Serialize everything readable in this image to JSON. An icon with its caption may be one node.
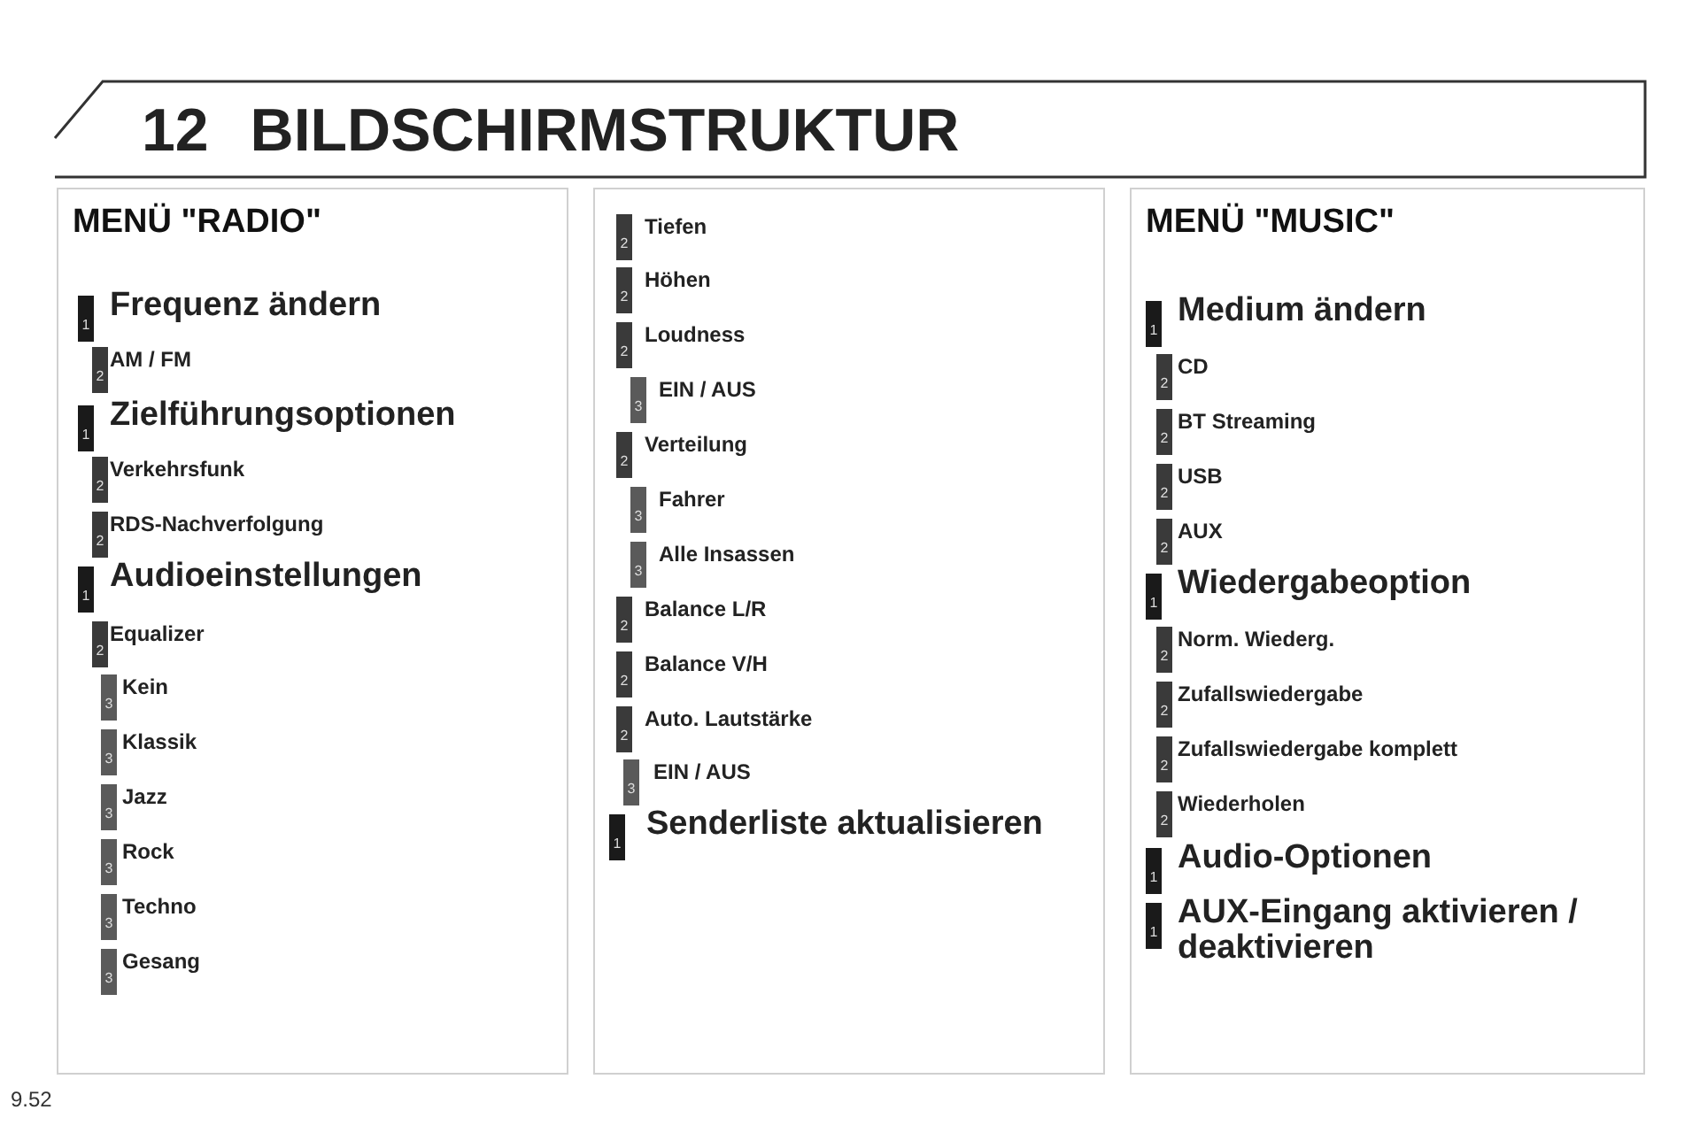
{
  "diagram": {
    "title": "12 BILDSCHIRMSTRUKTUR",
    "nodes": [
      {
        "text": [
          "MENÜ \"RADIO\""
        ]
      },
      {
        "text": [
          "1",
          "Frequenz ändern"
        ],
        "in": 0
      },
      {
        "text": [
          "2",
          "AM / FM"
        ],
        "in": 0
      },
      {
        "text": [
          "1",
          "Zielführungsoptionen"
        ],
        "in": 0
      },
      {
        "text": [
          "2",
          "Verkehrsfunk"
        ],
        "in": 0
      },
      {
        "text": [
          "2",
          "RDS-Nachverfolgung"
        ],
        "in": 0
      },
      {
        "text": [
          "1",
          "Audioeinstellungen"
        ],
        "in": 0
      },
      {
        "text": [
          "2",
          "Equalizer"
        ],
        "in": 0
      },
      {
        "text": [
          "3",
          "Kein"
        ],
        "in": 0
      },
      {
        "text": [
          "3",
          "Klassik"
        ],
        "in": 0
      },
      {
        "text": [
          "3",
          "Jazz"
        ],
        "in": 0
      },
      {
        "text": [
          "3",
          "Rock"
        ],
        "in": 0
      },
      {
        "text": [
          "3",
          "Techno"
        ],
        "in": 0
      },
      {
        "text": [
          "3",
          "Gesang"
        ],
        "in": 0
      },
      {
        "text": [],
        "shape": "box"
      },
      {
        "text": [
          "2",
          "Tiefen"
        ],
        "in": 14
      },
      {
        "text": [
          "2",
          "Höhen"
        ],
        "in": 14
      },
      {
        "text": [
          "2",
          "Loudness"
        ],
        "in": 14
      },
      {
        "text": [
          "3",
          "EIN / AUS"
        ],
        "in": 14
      },
      {
        "text": [
          "2",
          "Verteilung"
        ],
        "in": 14
      },
      {
        "text": [
          "3",
          "Fahrer"
        ],
        "in": 14
      },
      {
        "text": [
          "3",
          "Alle Insassen"
        ],
        "in": 14
      },
      {
        "text": [
          "2",
          "Balance L/R"
        ],
        "in": 14
      },
      {
        "text": [
          "2",
          "Balance V/H"
        ],
        "in": 14
      },
      {
        "text": [
          "2",
          "Auto. Lautstärke"
        ],
        "in": 14
      },
      {
        "text": [
          "3",
          "EIN / AUS"
        ],
        "in": 14
      },
      {
        "text": [
          "1",
          "Senderliste aktualisieren"
        ],
        "in": 14
      },
      {
        "text": [
          "MENÜ \"MUSIC\""
        ]
      },
      {
        "text": [
          "1",
          "Medium ändern"
        ],
        "in": 27
      },
      {
        "text": [
          "2",
          "CD"
        ],
        "in": 27
      },
      {
        "text": [
          "2",
          "BT Streaming"
        ],
        "in": 27
      },
      {
        "text": [
          "2",
          "USB"
        ],
        "in": 27
      },
      {
        "text": [
          "2",
          "AUX"
        ],
        "in": 27
      },
      {
        "text": [
          "1",
          "Wiedergabeoption"
        ],
        "in": 27
      },
      {
        "text": [
          "2",
          "Norm. Wiederg."
        ],
        "in": 27
      },
      {
        "text": [
          "2",
          "Zufallswiedergabe"
        ],
        "in": 27
      },
      {
        "text": [
          "2",
          "Zufallswiedergabe komplett"
        ],
        "in": 27
      },
      {
        "text": [
          "2",
          "Wiederholen"
        ],
        "in": 27
      },
      {
        "text": [
          "1",
          "Audio-Optionen"
        ],
        "in": 27
      },
      {
        "text": [
          "1",
          "AUX-Eingang aktivieren / deaktivieren"
        ],
        "in": 27
      }
    ],
    "edges": [],
    "labels": [
      "9.52"
    ]
  }
}
